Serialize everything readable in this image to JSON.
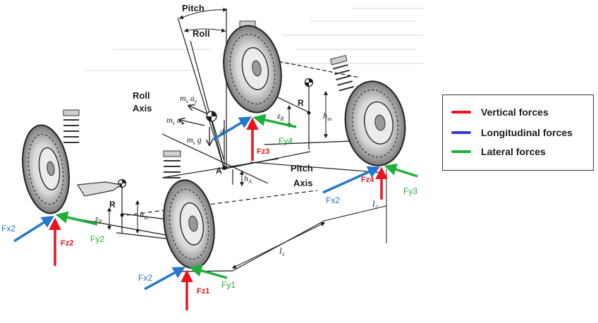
{
  "labels": {
    "pitch": "Pitch",
    "roll": "Roll",
    "roll_axis": "Roll\nAxis",
    "roll_axis_1": "Roll",
    "roll_axis_2": "Axis",
    "pitch_axis_1": "Pitch",
    "pitch_axis_2": "Axis",
    "point_a": "A",
    "point_r_front": "R",
    "point_r_rear": "R",
    "ms_ay": "m",
    "ms_ax": "m",
    "ms_g": "m",
    "d": "d",
    "h_a": "h",
    "zr_front": "z",
    "zr_rear": "z",
    "hs_front": "h",
    "hs_rear": "h",
    "l1": "l",
    "l2": "l"
  },
  "subscripts": {
    "ms_ay": "s a",
    "ms_ay_tail": "y",
    "ms_ax": "s a",
    "ms_ax_tail": "x",
    "ms_g": "s g",
    "h_a": "A",
    "zr": "R",
    "hs_front": "ss",
    "hs_rear": "ss",
    "l1": "1",
    "l2": "2"
  },
  "forces": {
    "fx2_left": "Fx2",
    "fz2": "Fz2",
    "fy2": "Fy2",
    "fx2_bottom": "Fx2",
    "fz1": "Fz1",
    "fy1": "Fy1",
    "fz3": "Fz3",
    "fy4": "Fy4",
    "fx2_right": "Fx2",
    "fz4": "Fz4",
    "fy3": "Fy3"
  },
  "legend": {
    "items": [
      {
        "label": "Vertical forces",
        "color": "#e8141e"
      },
      {
        "label": "Longitudinal forces",
        "color": "#3a3ad0"
      },
      {
        "label": "Lateral forces",
        "color": "#1fae3a"
      }
    ]
  },
  "colors": {
    "vertical": "#e8141e",
    "longitudinal": "#2577c8",
    "lateral": "#1fae3a",
    "line": "#1a1a1a"
  }
}
